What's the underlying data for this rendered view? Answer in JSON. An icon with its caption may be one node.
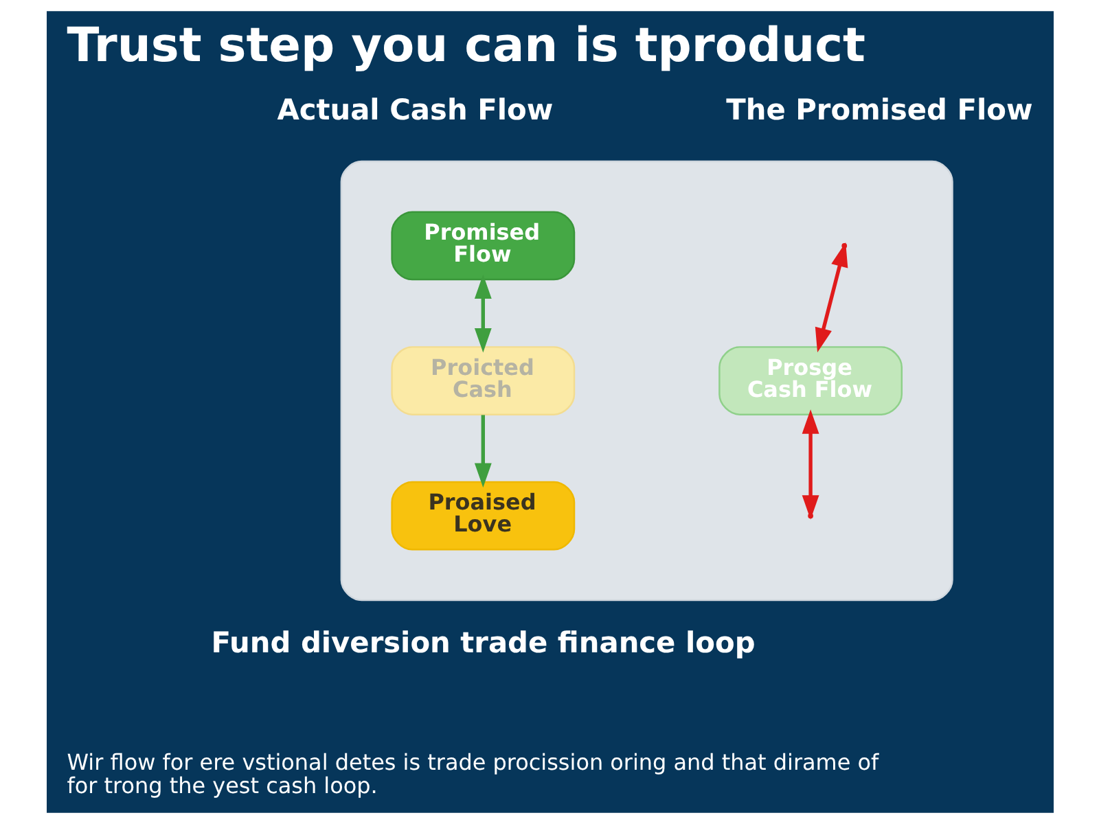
{
  "diagram": {
    "title": "Trust step you can is tproduct",
    "nodes": [
      {
        "text": [],
        "shape": "box"
      },
      {
        "text": [
          "Promised Flow"
        ],
        "in": 0
      },
      {
        "text": [
          "Proicted Cash"
        ],
        "in": 0
      },
      {
        "text": [
          "Proaised Love"
        ],
        "in": 0
      },
      {
        "text": [
          "Prosge Cash Flow"
        ],
        "in": 0
      }
    ],
    "edges": [
      {
        "from": 1,
        "to": 2,
        "arrow": "both",
        "color": "#3f9f3f"
      },
      {
        "from": 2,
        "to": 3,
        "arrow": "to",
        "color": "#3f9f3f"
      },
      {
        "from": null,
        "to": 4,
        "arrow": "both",
        "color": "#e01b1b"
      },
      {
        "from": 4,
        "to": null,
        "arrow": "both",
        "color": "#e01b1b"
      }
    ],
    "labels": [
      "Actual Cash Flow",
      "The Promised Flow",
      "Fund diversion trade finance loop",
      "Wir flow for ere vstional detes is trade procission oring and that dirame of for trong the yest cash loop."
    ]
  }
}
